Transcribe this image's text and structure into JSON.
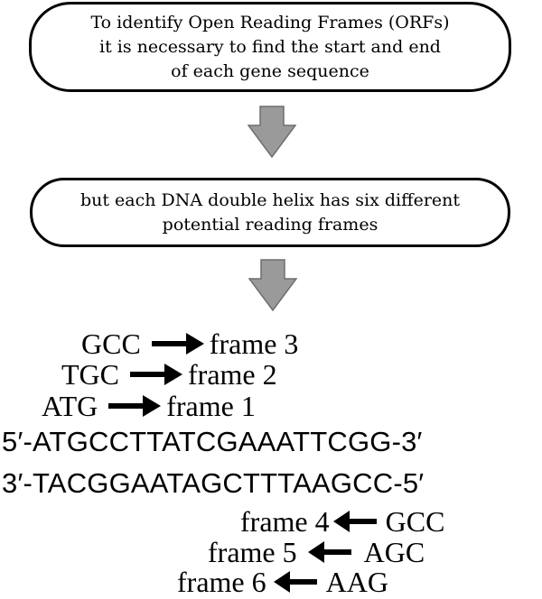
{
  "box1": {
    "lines": [
      "To identify Open Reading Frames (ORFs)",
      "it is necessary to find the start and end",
      "of each gene sequence"
    ]
  },
  "box2": {
    "lines": [
      "but each DNA double helix has six different",
      "potential reading frames"
    ]
  },
  "colors": {
    "flow_arrow_fill": "#9a9a9a",
    "flow_arrow_stroke": "#6e6e6e",
    "text": "#000000"
  },
  "forward_frames": [
    {
      "codon": "GCC",
      "frame": "frame 3"
    },
    {
      "codon": "TGC",
      "frame": "frame 2"
    },
    {
      "codon": "ATG",
      "frame": "frame 1"
    }
  ],
  "strands": {
    "top": "5′-ATGCCTTATCGAAATTCGG-3′",
    "bottom": "3′-TACGGAATAGCTTTAAGCC-5′"
  },
  "reverse_frames": [
    {
      "frame": "frame 4",
      "codon": "GCC"
    },
    {
      "frame": "frame 5",
      "codon": "AGC"
    },
    {
      "frame": "frame 6",
      "codon": "AAG"
    }
  ],
  "icons": {
    "flow_arrow": "down-arrow-icon",
    "forward_arrow": "right-arrow-icon",
    "reverse_arrow": "left-arrow-icon"
  }
}
